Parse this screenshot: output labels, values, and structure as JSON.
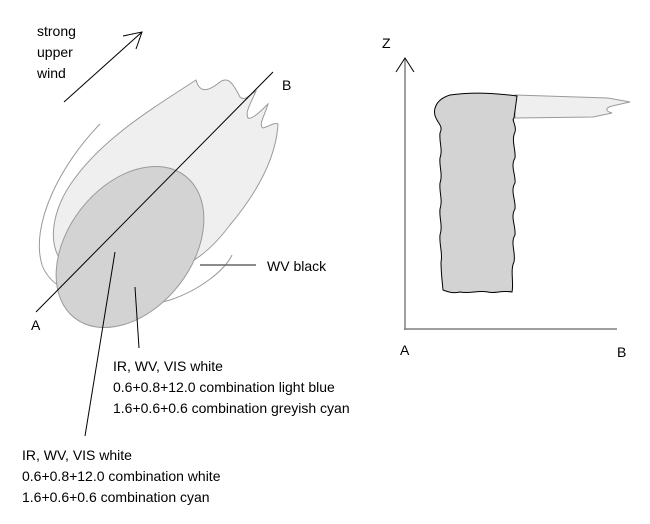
{
  "plan_view": {
    "wind_label": [
      "strong",
      "upper",
      "wind"
    ],
    "section_start": "A",
    "section_end": "B",
    "wv_label": "WV black",
    "outer_zone_label": [
      "IR, WV, VIS white",
      "0.6+0.8+12.0 combination light blue",
      "1.6+0.6+0.6 combination greyish cyan"
    ],
    "core_label": [
      "IR, WV, VIS white",
      "0.6+0.8+12.0 combination white",
      "1.6+0.6+0.6 combination cyan"
    ]
  },
  "cross_section": {
    "z_axis_label": "Z",
    "x_start_label": "A",
    "x_end_label": "B"
  },
  "colors": {
    "anvil_fill": "#efefef",
    "core_fill": "#d3d3d3",
    "outline": "#9a9a9a",
    "axis": "#808080",
    "ink": "#000000"
  }
}
